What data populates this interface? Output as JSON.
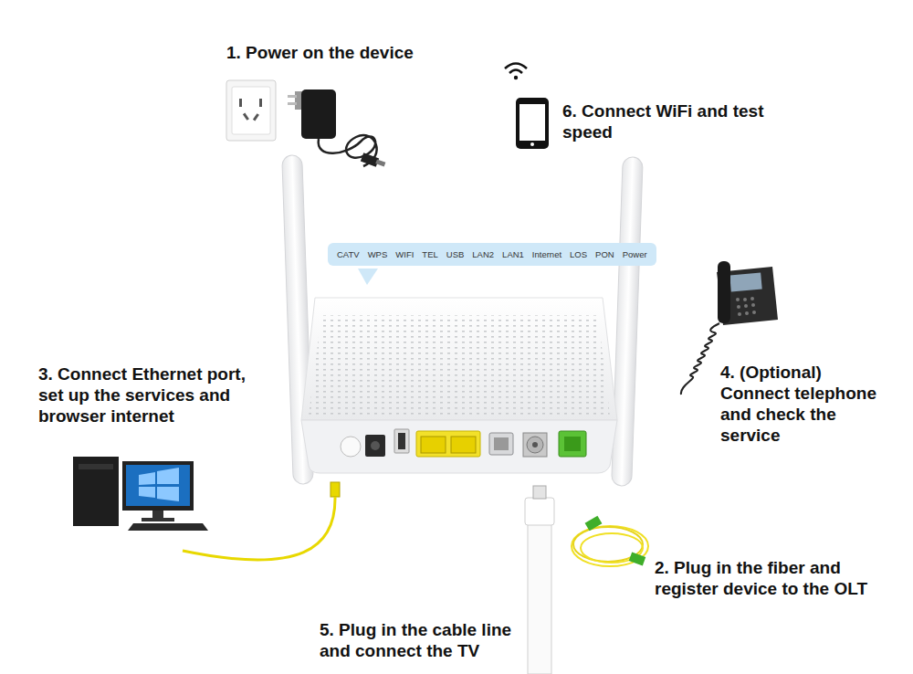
{
  "diagram": {
    "nodes": [
      {
        "text": [
          "CATV",
          "WPS",
          "WIFI",
          "TEL",
          "USB",
          "LAN2",
          "LAN1",
          "Internet",
          "LOS",
          "PON",
          "Power"
        ]
      }
    ],
    "labels": [
      "1. Power on the device",
      "6. Connect WiFi and test speed",
      "3. Connect Ethernet port, set up the services and browser internet",
      "4. (Optional) Connect telephone and check the service",
      "2. Plug in the fiber and register device to the OLT",
      "5. Plug in the cable line and connect the TV"
    ]
  }
}
